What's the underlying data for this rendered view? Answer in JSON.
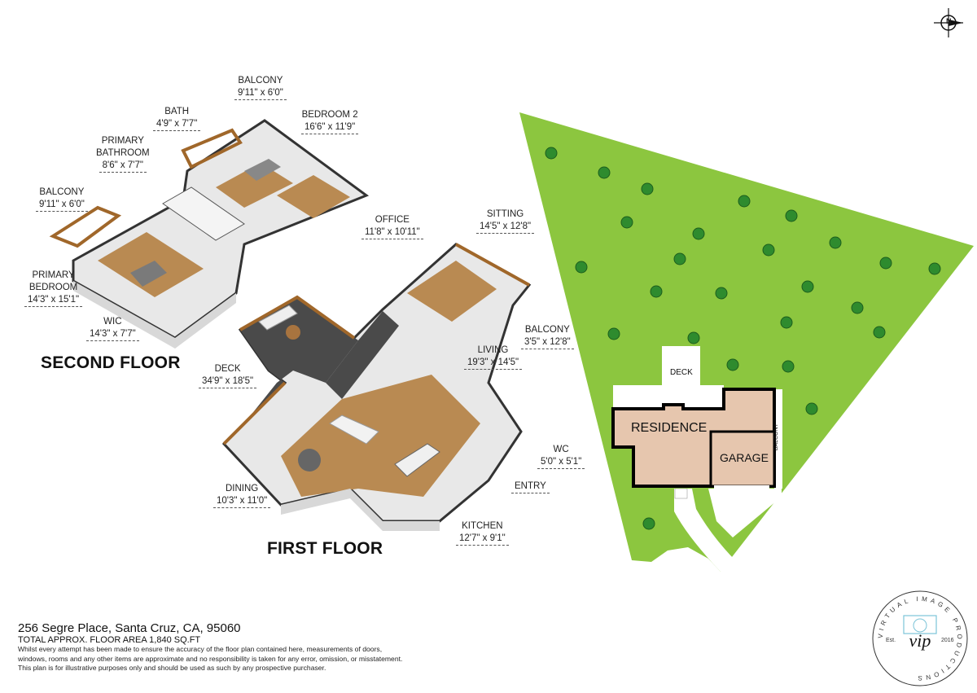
{
  "compass": {
    "north_label": "N",
    "icon": "compass-north-icon"
  },
  "second_floor": {
    "title": "SECOND FLOOR",
    "rooms": [
      {
        "name": "BALCONY",
        "dims": "9'11\" x 6'0\""
      },
      {
        "name": "BATH",
        "dims": "4'9\" x 7'7\""
      },
      {
        "name": "BEDROOM 2",
        "dims": "16'6\" x 11'9\""
      },
      {
        "name": "PRIMARY BATHROOM",
        "name_line1": "PRIMARY",
        "name_line2": "BATHROOM",
        "dims": "8'6\" x 7'7\""
      },
      {
        "name": "BALCONY",
        "dims": "9'11\" x 6'0\""
      },
      {
        "name": "OFFICE",
        "dims": "11'8\" x 10'11\""
      },
      {
        "name": "PRIMARY BEDROOM",
        "name_line1": "PRIMARY",
        "name_line2": "BEDROOM",
        "dims": "14'3\" x 15'1\""
      },
      {
        "name": "WIC",
        "dims": "14'3\" x 7'7\""
      }
    ]
  },
  "first_floor": {
    "title": "FIRST FLOOR",
    "rooms": [
      {
        "name": "SITTING",
        "dims": "14'5\" x 12'8\""
      },
      {
        "name": "BALCONY",
        "dims": "3'5\" x 12'8\""
      },
      {
        "name": "LIVING",
        "dims": "19'3\" x 14'5\""
      },
      {
        "name": "DECK",
        "dims": "34'9\" x 18'5\""
      },
      {
        "name": "WC",
        "dims": "5'0\" x 5'1\""
      },
      {
        "name": "ENTRY",
        "dims": ""
      },
      {
        "name": "DINING",
        "dims": "10'3\" x 11'0\""
      },
      {
        "name": "KITCHEN",
        "dims": "12'7\" x 9'1\""
      }
    ]
  },
  "site_plan": {
    "deck": "DECK",
    "residence": "RESIDENCE",
    "garage": "GARAGE",
    "balcony": "BALCONY",
    "colors": {
      "lawn": "#8cc63f",
      "building": "#e6c6ae",
      "tree": "#2e8b2e"
    }
  },
  "footer": {
    "address": "256 Segre Place, Santa Cruz, CA, 95060",
    "total_area": "TOTAL APPROX. FLOOR AREA 1,840 SQ.FT",
    "disclaimer_line1": "Whilst every attempt has been made to ensure the accuracy of the floor plan contained here, measurements of doors,",
    "disclaimer_line2": "windows, rooms and any other items are approximate and no responsibility is taken for any error, omission, or misstatement.",
    "disclaimer_line3": "This plan is for illustrative purposes only and should be used as such by any prospective purchaser."
  },
  "logo": {
    "text": "VIRTUAL IMAGE PRODUCTIONS",
    "monogram": "vip",
    "est": "Est.",
    "year": "2016"
  }
}
